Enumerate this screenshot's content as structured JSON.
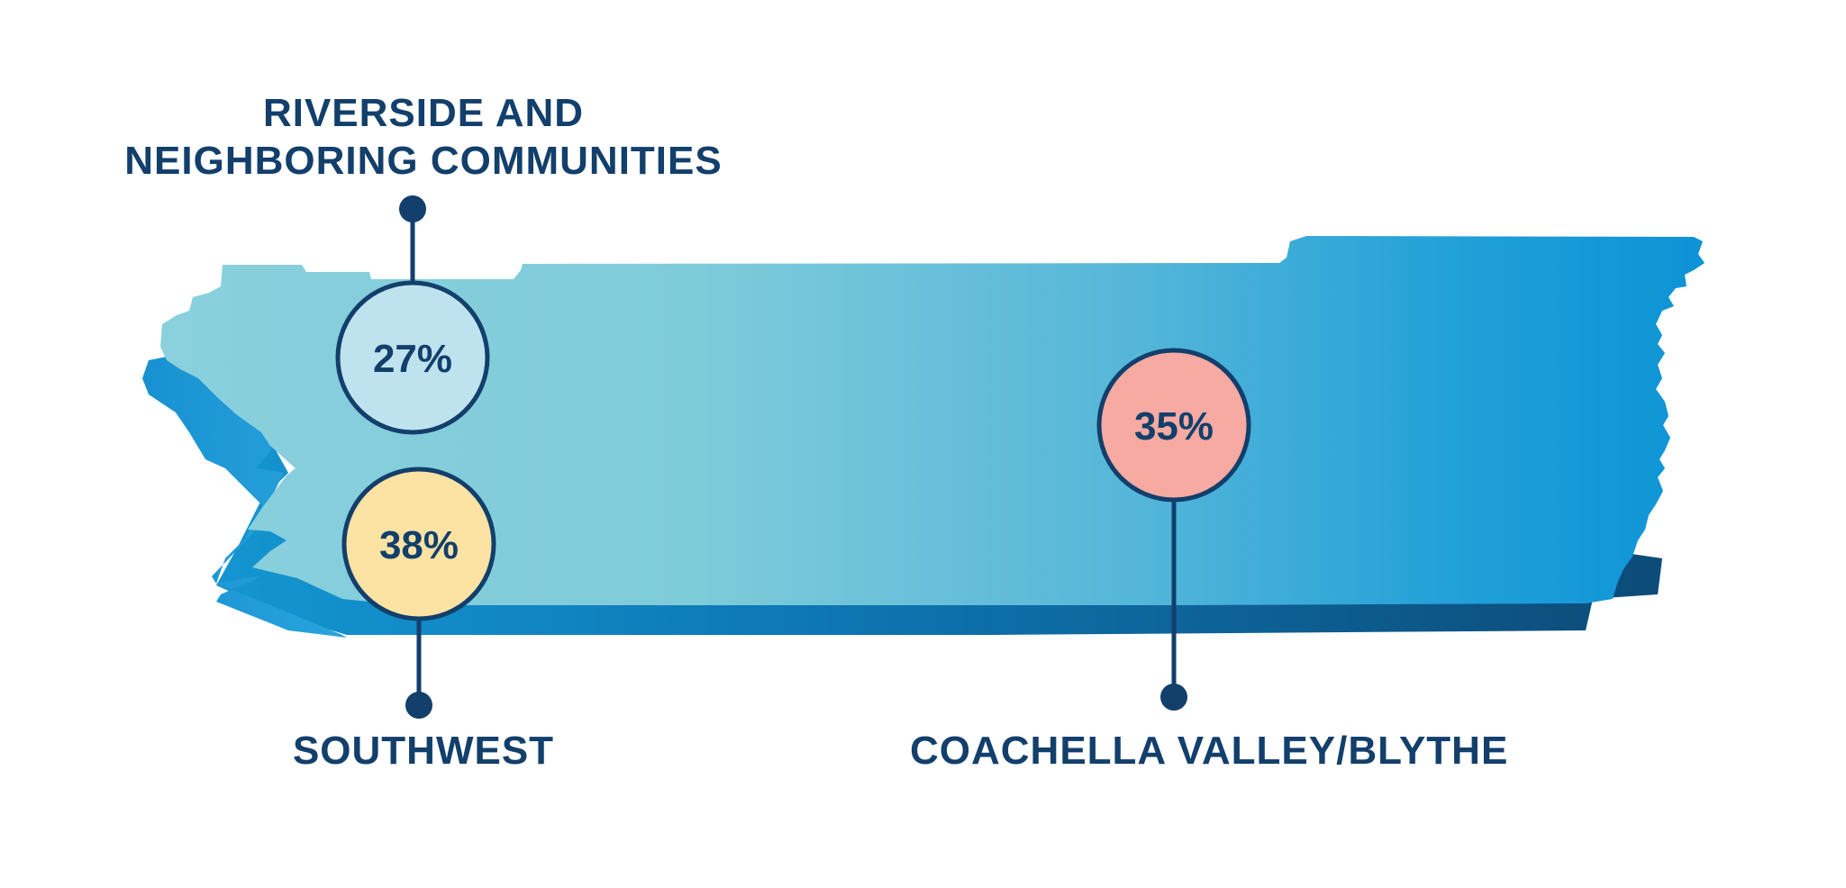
{
  "regions": [
    {
      "key": "riverside",
      "name_line1": "RIVERSIDE AND",
      "name_line2": "NEIGHBORING COMMUNITIES",
      "percent": "27%",
      "value": 27,
      "color": "#bfe3ee"
    },
    {
      "key": "southwest",
      "name": "SOUTHWEST",
      "percent": "38%",
      "value": 38,
      "color": "#fde3a3"
    },
    {
      "key": "coachella",
      "name": "COACHELLA VALLEY/BLYTHE",
      "percent": "35%",
      "value": 35,
      "color": "#f7aaa2"
    }
  ],
  "colors": {
    "label_text": "#123f6b",
    "map_light": "#80cbd9",
    "map_mid": "#2ea7dc",
    "map_dark": "#0a7dbf",
    "map_shadow": "#0e4d79",
    "marker_stroke": "#123f6b"
  }
}
